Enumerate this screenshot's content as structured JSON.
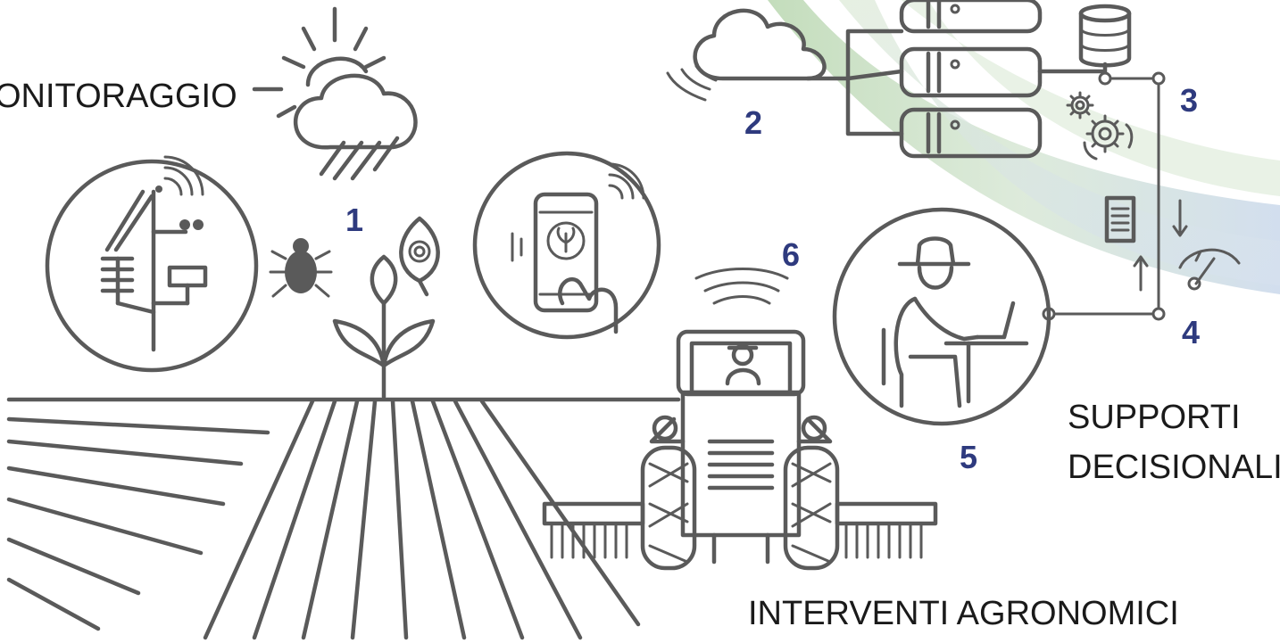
{
  "labels": {
    "monitoraggio": "ONITORAGGIO",
    "supporti_line1": "SUPPORTI",
    "supporti_line2": "DECISIONALI",
    "interventi": "INTERVENTI AGRONOMICI"
  },
  "steps": [
    "1",
    "2",
    "3",
    "4",
    "5",
    "6"
  ],
  "colors": {
    "line_art": "#5a5a5a",
    "step_numbers": "#2e3a7e",
    "caption_text": "#1a1a1a",
    "wave_green": "#b9d7b0",
    "wave_blue": "#c7d6ea"
  },
  "icons": [
    "weather-cloud-sun-rain-icon",
    "weather-station-icon",
    "bug-icon",
    "plant-sprout-icon",
    "leaf-disease-icon",
    "smartphone-app-icon",
    "cloud-icon",
    "server-rack-icon",
    "database-icon",
    "gears-icon",
    "document-icon",
    "gauge-icon",
    "farmer-laptop-icon",
    "tractor-icon",
    "field-rows-icon"
  ]
}
